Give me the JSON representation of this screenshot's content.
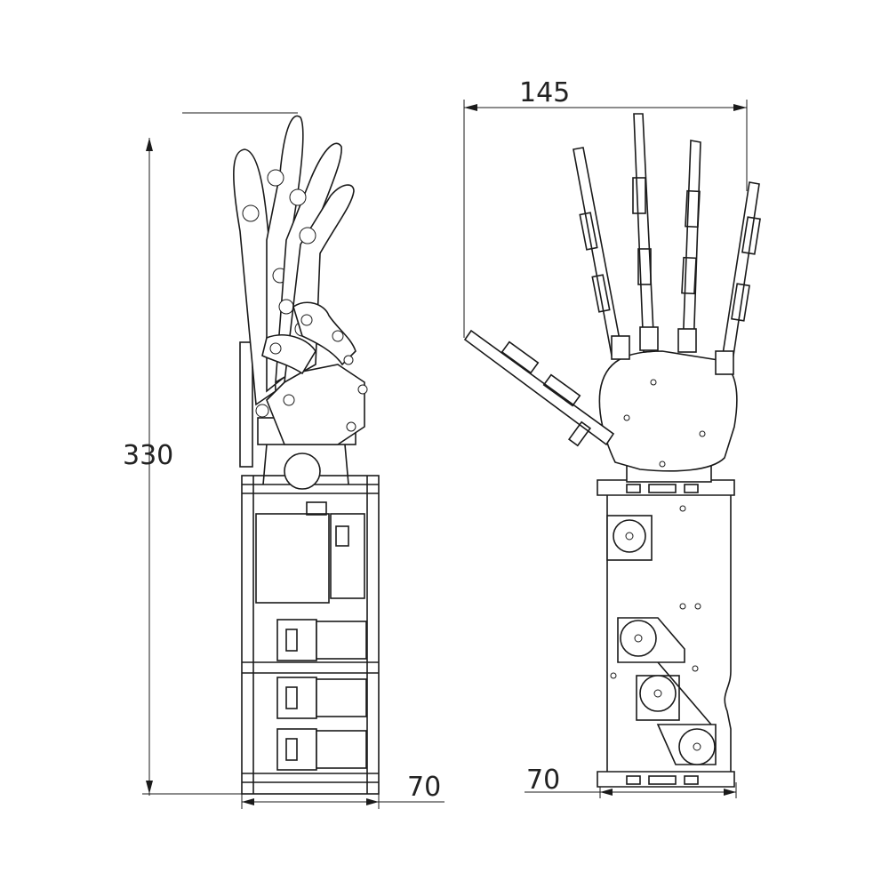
{
  "dimensions": {
    "height": "330",
    "width_front": "145",
    "depth_side": "70",
    "depth_front": "70"
  },
  "views": {
    "side": {
      "icon": "robotic-hand-side-view"
    },
    "front": {
      "icon": "robotic-hand-front-view"
    }
  },
  "colors": {
    "line": "#1a1a1a",
    "background": "#ffffff"
  }
}
